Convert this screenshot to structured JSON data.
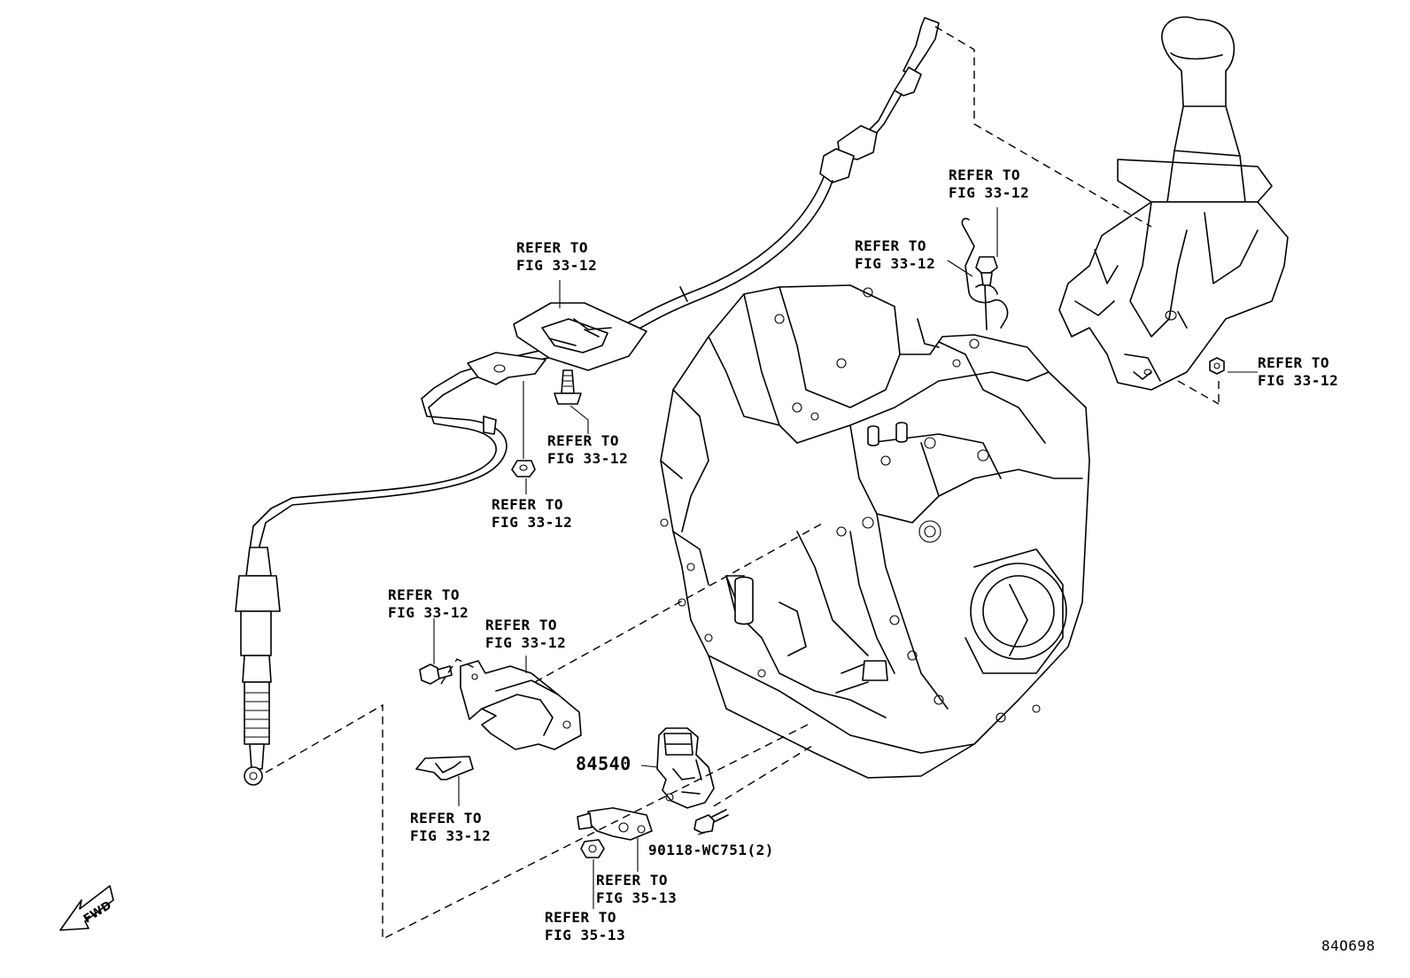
{
  "callouts": {
    "a": {
      "line1": "REFER TO",
      "line2": "FIG 33-12"
    },
    "b": {
      "line1": "REFER TO",
      "line2": "FIG 33-12"
    },
    "c": {
      "line1": "REFER TO",
      "line2": "FIG 33-12"
    },
    "d": {
      "line1": "REFER TO",
      "line2": "FIG 33-12"
    },
    "e": {
      "line1": "REFER TO",
      "line2": "FIG 33-12"
    },
    "f": {
      "line1": "REFER TO",
      "line2": "FIG 33-12"
    },
    "g": {
      "line1": "REFER TO",
      "line2": "FIG 33-12"
    },
    "h": {
      "line1": "REFER TO",
      "line2": "FIG 33-12"
    },
    "i": {
      "line1": "REFER TO",
      "line2": "FIG 33-12"
    },
    "j": {
      "line1": "REFER TO",
      "line2": "FIG 35-13"
    },
    "k": {
      "line1": "REFER TO",
      "line2": "FIG 35-13"
    }
  },
  "parts": {
    "switch_number": "84540",
    "bolt_number": "90118-WC751(2)"
  },
  "fwd_label": "FWD",
  "diagram_id": "84O698"
}
